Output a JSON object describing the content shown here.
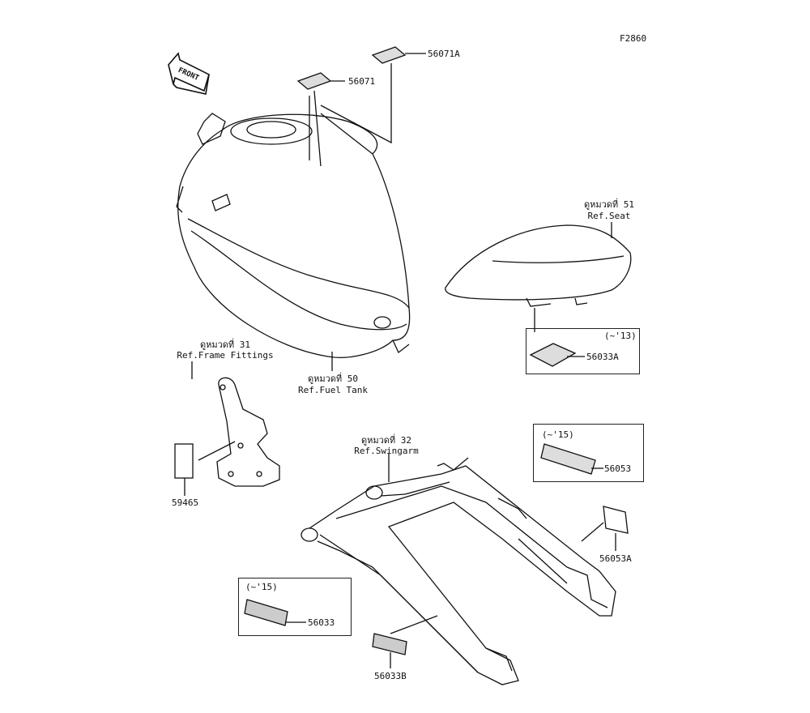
{
  "figure_id": "F2860",
  "front_label": "FRONT",
  "refs": {
    "fuel_tank": {
      "thai": "ดูหมวดที่ 50",
      "en": "Ref.Fuel Tank"
    },
    "seat": {
      "thai": "ดูหมวดที่ 51",
      "en": "Ref.Seat"
    },
    "frame": {
      "thai": "ดูหมวดที่ 31",
      "en": "Ref.Frame Fittings"
    },
    "swingarm": {
      "thai": "ดูหมวดที่ 32",
      "en": "Ref.Swingarm"
    }
  },
  "parts": {
    "p56071A": "56071A",
    "p56071": "56071",
    "p56033A": "56033A",
    "p56053": "56053",
    "p56053A": "56053A",
    "p59465": "59465",
    "p56033": "56033",
    "p56033B": "56033B"
  },
  "notes": {
    "seat_box": "(~'13)",
    "box_56053": "(~'15)",
    "box_56033": "(~'15)"
  }
}
